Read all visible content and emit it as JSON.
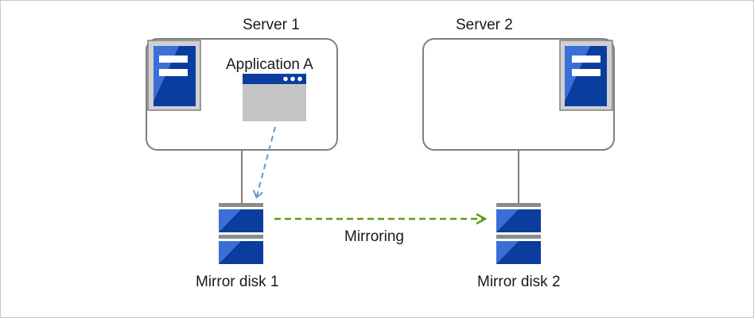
{
  "server1": {
    "label": "Server 1"
  },
  "server2": {
    "label": "Server 2"
  },
  "application": {
    "label": "Application A"
  },
  "disk1": {
    "label": "Mirror disk 1"
  },
  "disk2": {
    "label": "Mirror disk 2"
  },
  "mirroring": {
    "label": "Mirroring"
  },
  "colors": {
    "box_border": "#7f7f7f",
    "server_icon_bg": "#d0d0d0",
    "blue_dark": "#0a3d9e",
    "blue_light": "#3a6fd6",
    "window_gray": "#c4c4c4",
    "write_arrow": "#5b9bd5",
    "mirror_arrow": "#5f9a1a"
  },
  "icons": {
    "server_icon": "server-rack-icon",
    "app_icon": "application-window-icon",
    "disk_icon": "disk-stack-icon"
  }
}
